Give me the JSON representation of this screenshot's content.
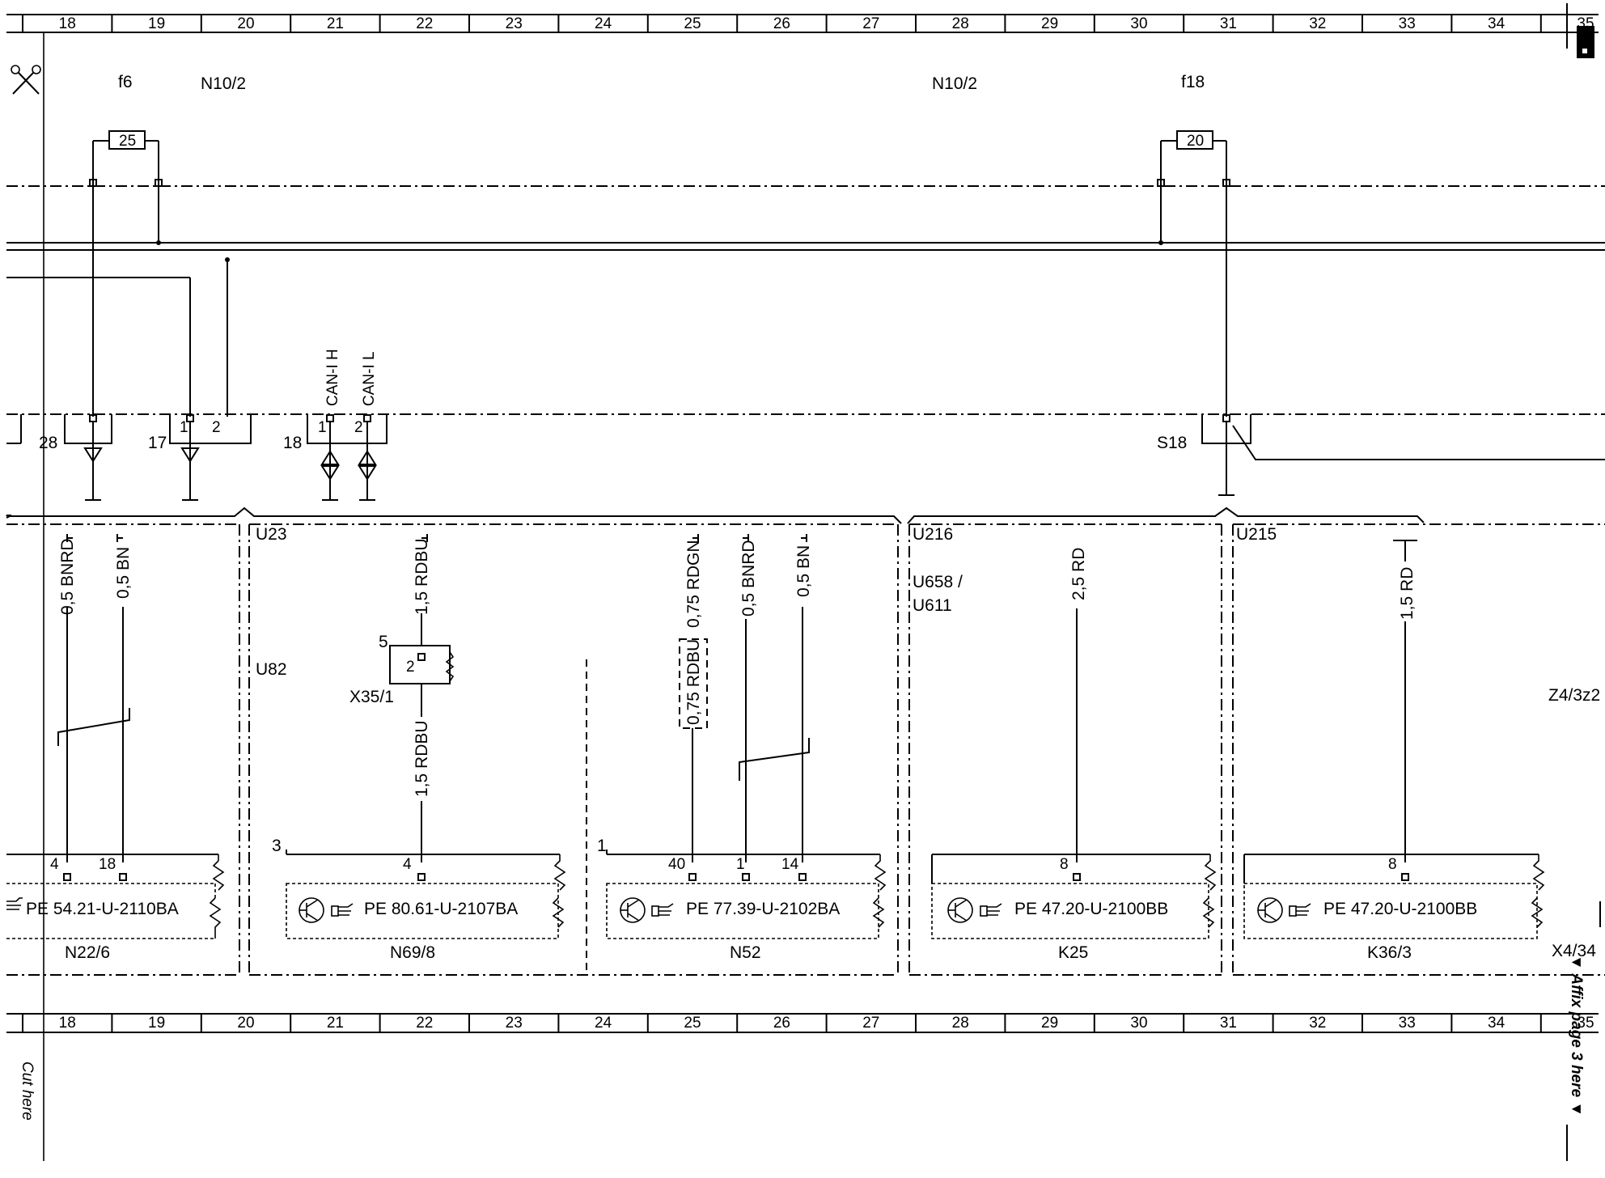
{
  "ruler": {
    "columns": [
      "18",
      "19",
      "20",
      "21",
      "22",
      "23",
      "24",
      "25",
      "26",
      "27",
      "28",
      "29",
      "30",
      "31",
      "32",
      "33",
      "34",
      "35"
    ]
  },
  "labels": {
    "fuse_f6": "f6",
    "fuse_f6_value": "25",
    "n10_2_left": "N10/2",
    "n10_2_right": "N10/2",
    "fuse_f18": "f18",
    "fuse_f18_value": "20",
    "conn_28": "28",
    "conn_17": "17",
    "conn_17_pin1": "1",
    "conn_17_pin2": "2",
    "conn_18": "18",
    "conn_18_pin1": "1",
    "conn_18_pin2": "2",
    "can_h": "CAN-I H",
    "can_l": "CAN-I L",
    "conn_s18": "S18",
    "u23": "U23",
    "u82": "U82",
    "u216": "U216",
    "u658": "U658  /",
    "u611": "U611",
    "u215": "U215",
    "x35_1": "X35/1",
    "x35_pin5": "5",
    "x35_pin2": "2",
    "z4_3z2": "Z4/3z2",
    "x4_34": "X4/34",
    "n52_pin1_side": "1",
    "n69_pin3_side": "3"
  },
  "wires": {
    "w1": "0,5 BNRD",
    "w2": "0,5 BN",
    "w3": "1,5 RDBU",
    "w3b": "1,5 RDBU",
    "w4": "0,75 RDGN",
    "w4b": "0,75 RDBU",
    "w5": "0,5 BNRD",
    "w6": "0,5 BN",
    "w7": "2,5 RD",
    "w8": "1,5 RD"
  },
  "components": {
    "n22_6": {
      "name": "N22/6",
      "ref": "PE 54.21-U-2110BA",
      "pin_a": "4",
      "pin_b": "18"
    },
    "n69_8": {
      "name": "N69/8",
      "ref": "PE 80.61-U-2107BA",
      "pin_a": "4"
    },
    "n52": {
      "name": "N52",
      "ref": "PE 77.39-U-2102BA",
      "pin_a": "40",
      "pin_b": "1",
      "pin_c": "14"
    },
    "k25": {
      "name": "K25",
      "ref": "PE 47.20-U-2100BB",
      "pin_a": "8"
    },
    "k36_3": {
      "name": "K36/3",
      "ref": "PE 47.20-U-2100BB",
      "pin_a": "8"
    }
  },
  "margin": {
    "cut_here": "Cut here",
    "affix": "▼ Affix page 3 here ▼"
  },
  "icons": [
    "scissors-icon",
    "transistor-icon",
    "pointing-hand-icon"
  ]
}
